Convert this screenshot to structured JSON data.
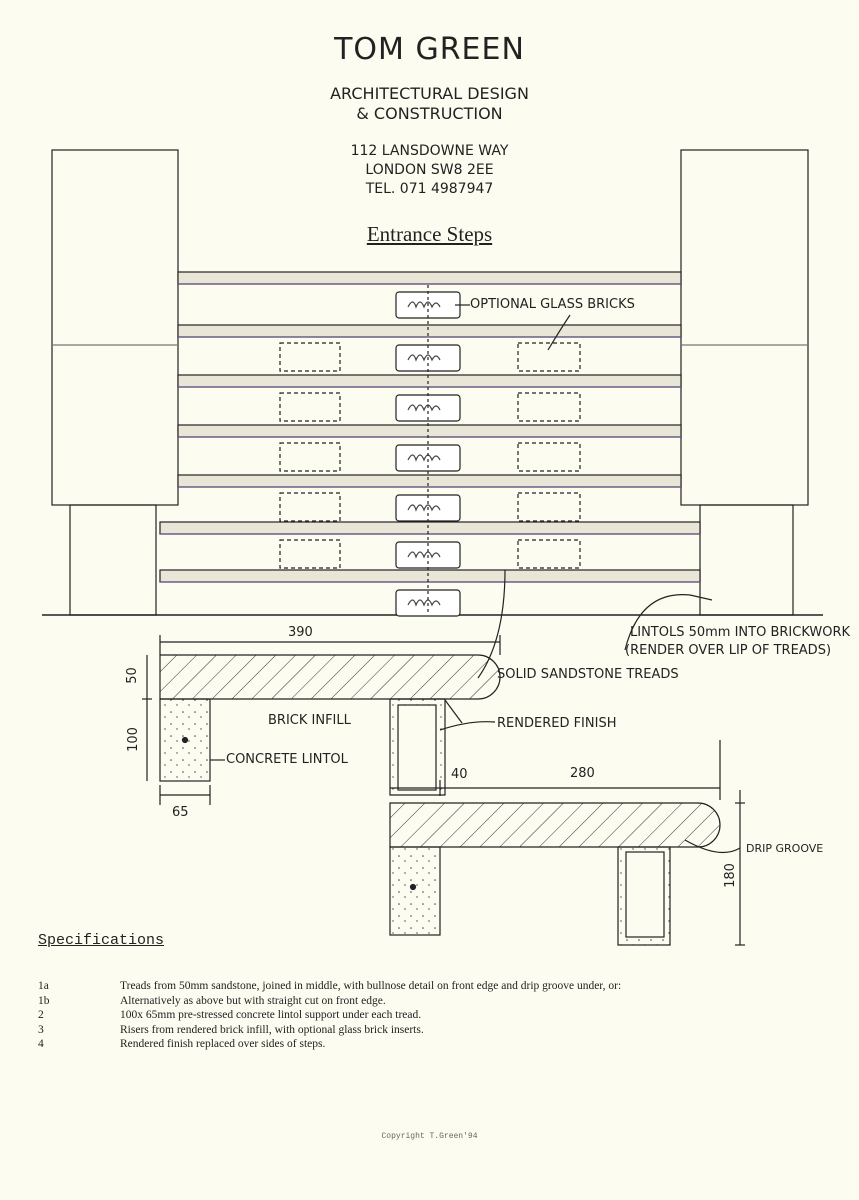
{
  "header": {
    "company": "TOM GREEN",
    "subtitle_line1": "ARCHITECTURAL DESIGN",
    "subtitle_line2": "& CONSTRUCTION",
    "address_line1": "112 LANSDOWNE WAY",
    "address_line2": "LONDON SW8 2EE",
    "address_line3": "TEL. 071 4987947",
    "drawing_title": "Entrance Steps"
  },
  "labels": {
    "glass_bricks": "OPTIONAL GLASS BRICKS",
    "lintols_1": "LINTOLS 50mm INTO BRICKWORK",
    "lintols_2": "(RENDER OVER LIP OF TREADS)",
    "treads": "SOLID SANDSTONE TREADS",
    "brick_infill": "BRICK INFILL",
    "rendered_finish": "RENDERED FINISH",
    "concrete_lintol": "CONCRETE LINTOL",
    "drip_groove": "DRIP GROOVE"
  },
  "dimensions": {
    "tread_width": "390",
    "tread_thickness": "50",
    "lintol_height": "100",
    "lintol_width": "65",
    "infill_offset": "40",
    "tread_going": "280",
    "riser_height": "180"
  },
  "specifications": {
    "title": "Specifications",
    "items": [
      {
        "num": "1a",
        "text": "Treads from 50mm sandstone, joined in middle, with bullnose detail on front edge and drip groove under, or:"
      },
      {
        "num": "1b",
        "text": "Alternatively as above but with straight cut on front edge."
      },
      {
        "num": "2",
        "text": "100x 65mm pre-stressed concrete lintol support under each tread."
      },
      {
        "num": "3",
        "text": "Risers from rendered brick infill, with optional glass brick inserts."
      },
      {
        "num": "4",
        "text": "Rendered finish replaced over sides of steps."
      }
    ]
  },
  "footer": {
    "copyright": "Copyright T.Green'94"
  }
}
